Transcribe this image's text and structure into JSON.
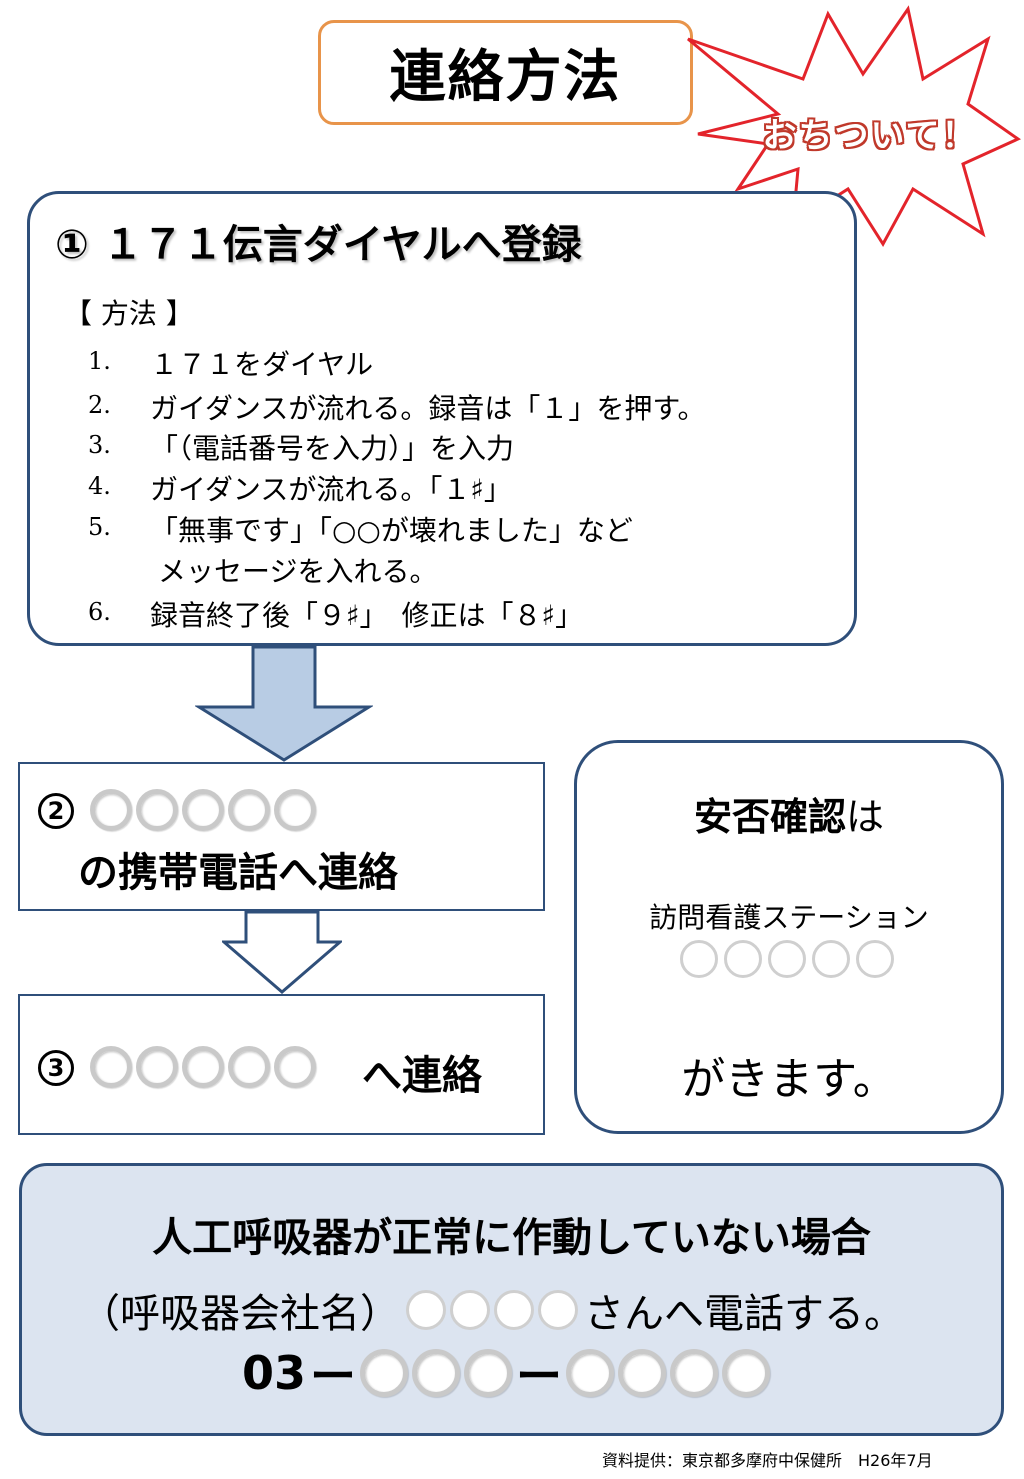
{
  "title": "連絡方法",
  "burst": {
    "text": "おちついて！",
    "fill": "#ffffff",
    "stroke": "#e3242b"
  },
  "step1": {
    "heading": "① １７１伝言ダイヤルへ登録",
    "method_label": "【 方法 】",
    "steps": [
      {
        "num": "1.",
        "text": "１７１をダイヤル"
      },
      {
        "num": "2.",
        "text": "ガイダンスが流れる。録音は「１」を押す。"
      },
      {
        "num": "3.",
        "text": "「（電話番号を入力）」を入力"
      },
      {
        "num": "4.",
        "text": "ガイダンスが流れる。「１♯」"
      },
      {
        "num": "5.",
        "text": "「無事です」「○○が壊れました」など"
      },
      {
        "num": "",
        "text": "メッセージを入れる。"
      },
      {
        "num": "6.",
        "text": "録音終了後「９♯」　修正は「８♯」"
      }
    ]
  },
  "step2": {
    "num": "2",
    "text": "の携帯電話へ連絡"
  },
  "step3": {
    "num": "3",
    "text": "へ連絡"
  },
  "safety": {
    "title_bold": "安否確認",
    "title_suffix": "は",
    "org": "訪問看護ステーション",
    "ending": "がきます。"
  },
  "ventilator": {
    "heading": "人工呼吸器が正常に作動していない場合",
    "line_prefix": "（呼吸器会社名）",
    "line_suffix": "さんへ電話する。",
    "phone_prefix": "03",
    "phone_dash": "ー"
  },
  "colors": {
    "border": "#2f4f7a",
    "arrow_fill": "#b8cce4",
    "title_border": "#e8944a",
    "bottom_fill": "#dce4f0"
  },
  "footer": "資料提供：東京都多摩府中保健所　H26年7月"
}
